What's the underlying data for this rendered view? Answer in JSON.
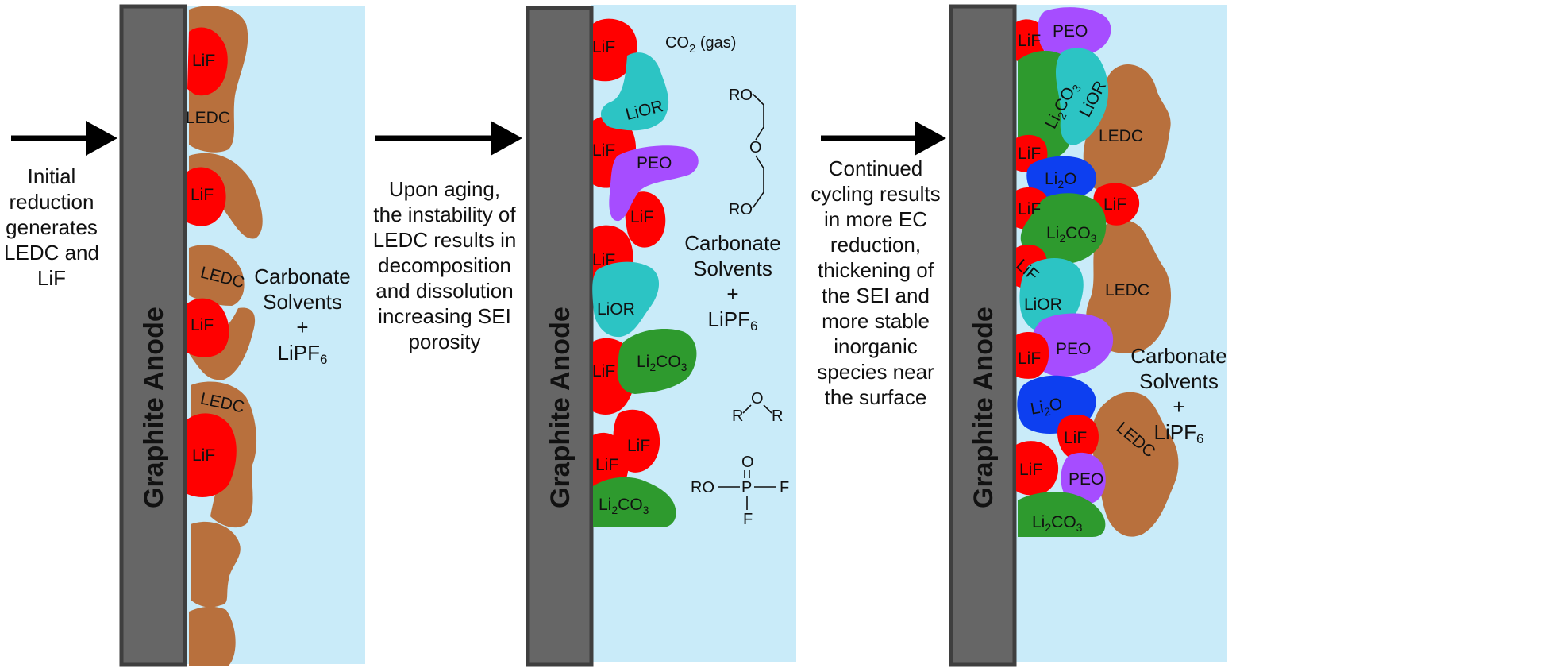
{
  "colors": {
    "electrolyte": "#c9ebf9",
    "anode_fill": "#666666",
    "anode_border": "#3f3f3f",
    "LiF": "#ff0000",
    "LEDC": "#b8703d",
    "LiOR": "#2cc4c4",
    "PEO": "#a64dff",
    "Li2CO3": "#2e9a2e",
    "Li2O": "#0d3ff0"
  },
  "anode_label": "Graphite Anode",
  "captions": {
    "step1": [
      "Initial",
      "reduction",
      "generates",
      "LEDC and",
      "LiF"
    ],
    "step2": [
      "Upon aging,",
      "the instability of",
      "LEDC results in",
      "decomposition",
      "and dissolution",
      "increasing SEI",
      "porosity"
    ],
    "step3": [
      "Continued",
      "cycling results",
      "in more EC",
      "reduction,",
      "thickening of",
      "the SEI and",
      "more stable",
      "inorganic",
      "species near",
      "the surface"
    ]
  },
  "solvent_label": {
    "line1": "Carbonate",
    "line2": "Solvents",
    "plus": "+",
    "salt": "LiPF",
    "salt_sub": "6"
  },
  "gas_label": {
    "main": "CO",
    "sub": "2",
    "rest": " (gas)"
  },
  "molecules": {
    "ro": "RO",
    "o": "O",
    "r": "R",
    "p": "P",
    "f": "F"
  },
  "species": {
    "LiF": "LiF",
    "LEDC": "LEDC",
    "LiOR": "LiOR",
    "PEO": "PEO",
    "Li2CO3_main": "Li",
    "Li2CO3_sub": "2",
    "Li2CO3_rest": "CO",
    "Li2CO3_sub2": "3",
    "Li2O_main": "Li",
    "Li2O_sub": "2",
    "Li2O_rest": "O"
  }
}
